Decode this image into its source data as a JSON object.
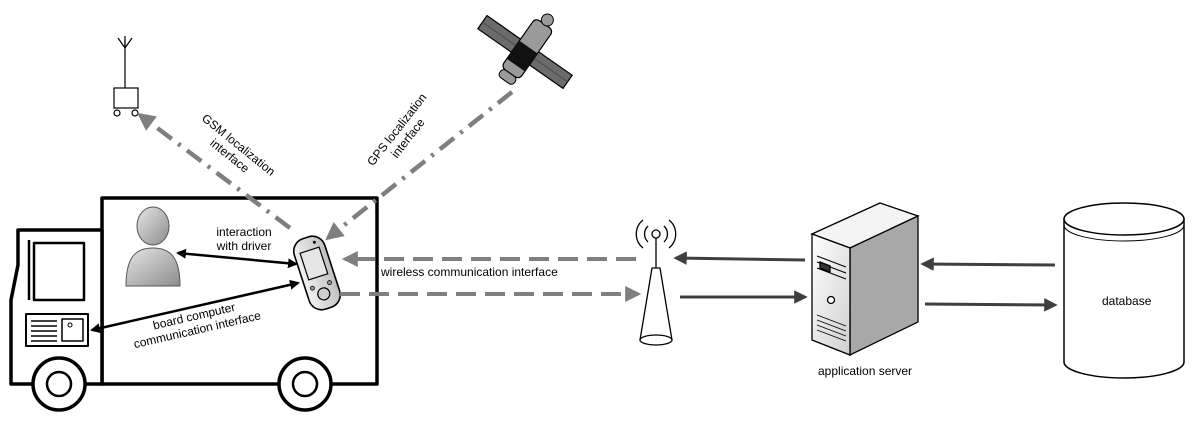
{
  "labels": {
    "gsm_line1": "GSM localization",
    "gsm_line2": "interface",
    "gps_line1": "GPS localization",
    "gps_line2": "interface",
    "interaction_line1": "interaction",
    "interaction_line2": "with driver",
    "board_line1": "board computer",
    "board_line2": "communication interface",
    "wireless": "wireless communication interface",
    "app_server": "application server",
    "database": "database"
  },
  "colors": {
    "dashed_arrow": "#7f7f7f",
    "solid_arrow": "#3f3f3f",
    "outline": "#000000",
    "device_fill": "#d9d9d9"
  }
}
